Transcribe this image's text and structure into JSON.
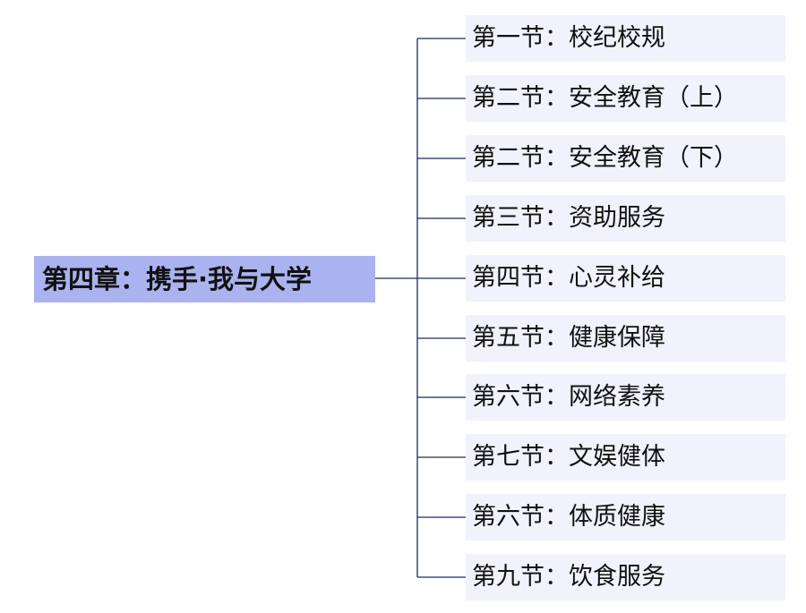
{
  "root": {
    "label": "第四章：携手·我与大学"
  },
  "children": [
    {
      "label": "第一节：校纪校规"
    },
    {
      "label": "第二节：安全教育（上）"
    },
    {
      "label": "第二节：安全教育（下）"
    },
    {
      "label": "第三节：资助服务"
    },
    {
      "label": "第四节：心灵补给"
    },
    {
      "label": "第五节：健康保障"
    },
    {
      "label": "第六节：网络素养"
    },
    {
      "label": "第七节：文娱健体"
    },
    {
      "label": "第六节：体质健康"
    },
    {
      "label": "第九节：饮食服务"
    }
  ],
  "colors": {
    "root_fill": "#aab3ef",
    "child_fill": "#f1f2fc",
    "connector": "#1f2b5c"
  }
}
